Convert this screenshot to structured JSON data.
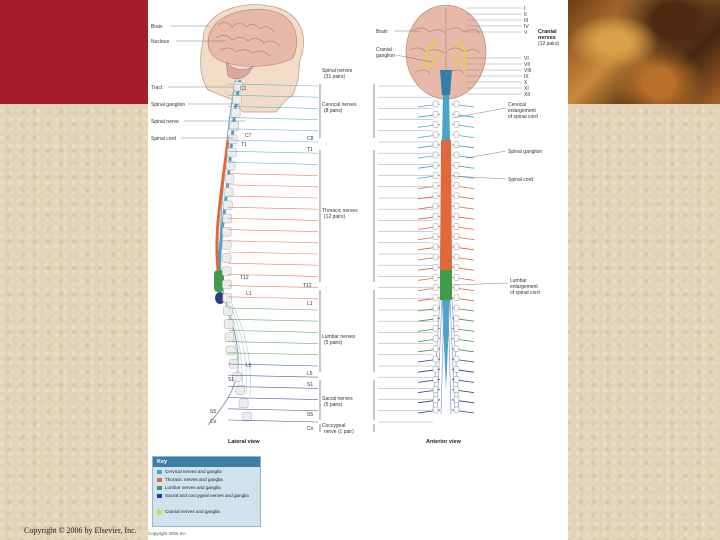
{
  "figure": {
    "lateral_labels": {
      "brain": "Brain",
      "nucleus": "Nucleus",
      "tract": "Tract",
      "spinal_ganglion": "Spinal ganglion",
      "spinal_nerve": "Spinal nerve",
      "spinal_cord": "Spinal cord",
      "c1": "C1",
      "c7": "C7",
      "t1": "T1",
      "t12": "T12",
      "l1": "L1",
      "l5": "L5",
      "s1": "S1",
      "s5": "S5",
      "co": "Co",
      "view": "Lateral view"
    },
    "middle_labels": {
      "spinal_nerves": "Spinal nerves",
      "spinal_nerves_pairs": "(31 pairs)",
      "cervical_nerves": "Cervical nerves",
      "cervical_pairs": "(8 pairs)",
      "c8": "C8",
      "t1": "T1",
      "thoracic_nerves": "Thoracic nerves",
      "thoracic_pairs": "(12 pairs)",
      "t12": "T12",
      "l1": "L1",
      "lumbar_nerves": "Lumbar nerves",
      "lumbar_pairs": "(5 pairs)",
      "l5": "L5",
      "s1": "S1",
      "sacral_nerves": "Sacral nerves",
      "sacral_pairs": "(5 pairs)",
      "s5": "S5",
      "co": "Co",
      "coccygeal_nerve": "Coccygeal",
      "coccygeal_pair": "nerve (1 pair)"
    },
    "anterior_labels": {
      "brain": "Brain",
      "cranial_ganglion": "Cranial",
      "cranial_ganglion_2": "ganglion",
      "cranial_nerves": "Cranial",
      "cranial_nerves_2": "nerves",
      "cranial_pairs": "(12 pairs)",
      "cervical_enlargement": "Cervical",
      "cervical_enlargement_2": "enlargement",
      "cervical_enlargement_3": "of spinal cord",
      "spinal_ganglion": "Spinal ganglion",
      "spinal_cord": "Spinal cord",
      "lumbar_enlargement": "Lumbar",
      "lumbar_enlargement_2": "enlargement",
      "lumbar_enlargement_3": "of spinal cord",
      "view": "Anterior view",
      "cranial_numerals": [
        "I",
        "II",
        "III",
        "IV",
        "V",
        "VI",
        "VII",
        "VIII",
        "IX",
        "X",
        "XI",
        "XII"
      ]
    }
  },
  "key": {
    "title": "Key",
    "items": [
      {
        "label": "Cervical nerves and ganglia",
        "color": "#4aa3c8"
      },
      {
        "label": "Thoracic nerves and ganglia",
        "color": "#e0683a"
      },
      {
        "label": "Lumbar nerves and ganglia",
        "color": "#3f9a4a"
      },
      {
        "label": "Sacral and coccygeal nerves and ganglia",
        "color": "#2b3a8c"
      },
      {
        "label": "Cranial nerves and ganglia",
        "color": "#e8d23a"
      }
    ]
  },
  "copyright": "Copyright © 2006 by Elsevier, Inc.",
  "legend_cut": "Copyright 2006 Inc."
}
